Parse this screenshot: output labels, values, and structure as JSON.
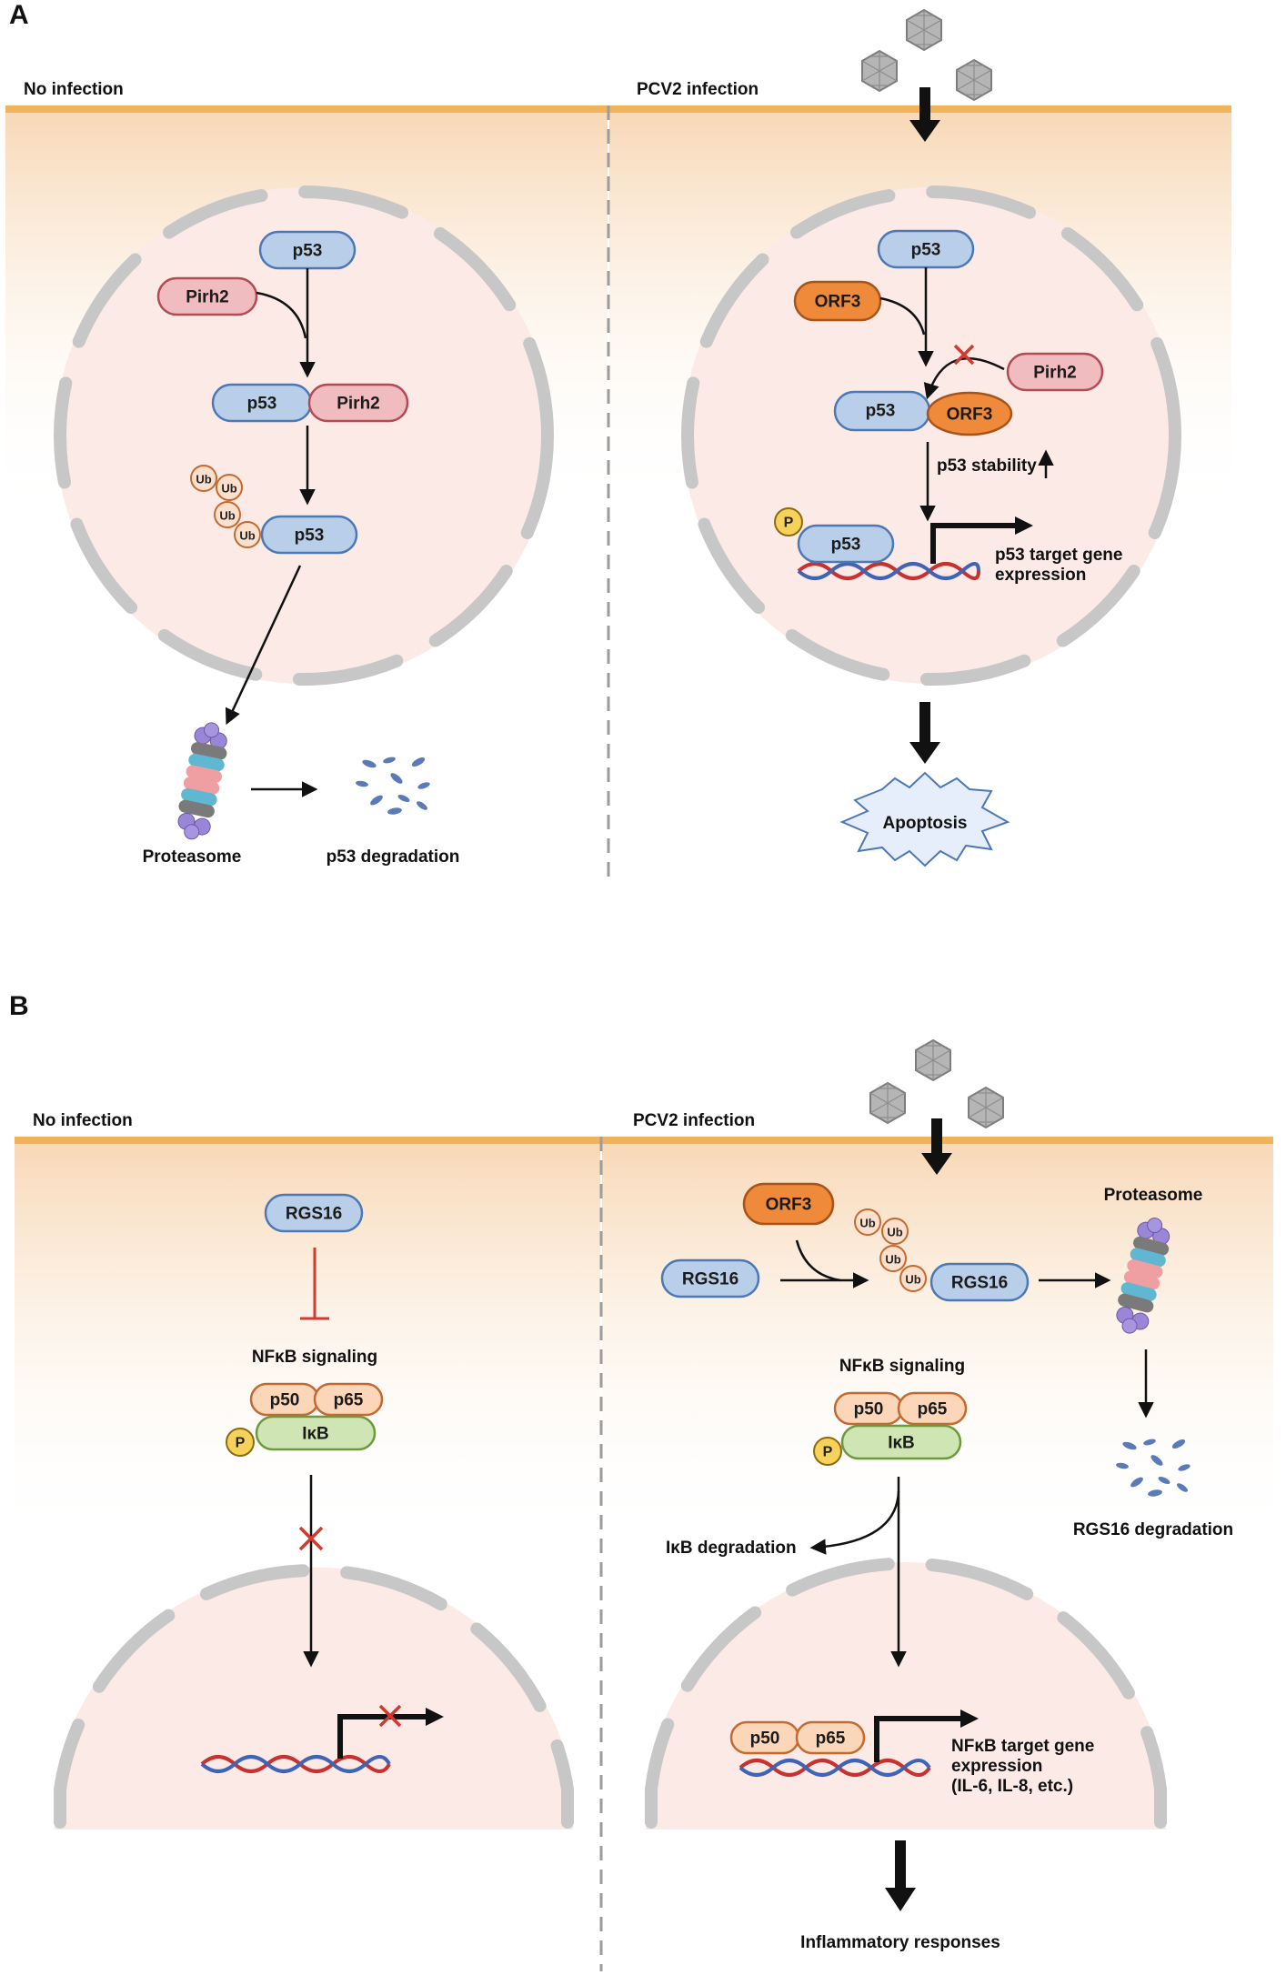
{
  "colors": {
    "membrane": "#f0b35a",
    "cytoplasm_top": "#f8d8b6",
    "nucleus_fill": "#fbeae6",
    "envelope": "#c7c7c7",
    "p53_fill": "#b9cfe9",
    "p53_stroke": "#4c78b5",
    "pirh2_fill": "#f0bcbf",
    "pirh2_stroke": "#b34a55",
    "orf3_fill": "#ee8a3a",
    "orf3_stroke": "#a8531a",
    "ub_fill": "#fbe0cd",
    "ub_stroke": "#c46a30",
    "p_fill": "#f6d25a",
    "p_stroke": "#8a6b10",
    "ikb_fill": "#cfe5b4",
    "ikb_stroke": "#6a9a3c",
    "p50_fill": "#fbd6b8",
    "p50_stroke": "#c46a30",
    "inhibit": "#d23a2e",
    "dna_red": "#c8312f",
    "dna_blue": "#3f63b5"
  },
  "panel_a": {
    "letter": "A",
    "left": {
      "title": "No infection",
      "p53_top": "p53",
      "pirh2": "Pirh2",
      "complex_p53": "p53",
      "complex_pirh2": "Pirh2",
      "ub": [
        "Ub",
        "Ub",
        "Ub",
        "Ub"
      ],
      "p53_ub": "p53",
      "proteasome": "Proteasome",
      "degradation": "p53 degradation"
    },
    "right": {
      "title": "PCV2 infection",
      "p53_top": "p53",
      "orf3": "ORF3",
      "pirh2": "Pirh2",
      "complex_p53": "p53",
      "complex_orf3": "ORF3",
      "stability": "p53 stability",
      "phospho": "P",
      "p53_dna": "p53",
      "target_line1": "p53 target gene",
      "target_line2": "expression",
      "apoptosis": "Apoptosis"
    }
  },
  "panel_b": {
    "letter": "B",
    "left": {
      "title": "No infection",
      "rgs16": "RGS16",
      "nfkb": "NFκB signaling",
      "p50": "p50",
      "p65": "p65",
      "ikb": "IκB",
      "phospho": "P"
    },
    "right": {
      "title": "PCV2 infection",
      "orf3": "ORF3",
      "rgs16": "RGS16",
      "ub": [
        "Ub",
        "Ub",
        "Ub",
        "Ub"
      ],
      "rgs16_ub": "RGS16",
      "proteasome": "Proteasome",
      "rgs16_degradation": "RGS16 degradation",
      "nfkb": "NFκB signaling",
      "p50": "p50",
      "p65": "p65",
      "ikb": "IκB",
      "phospho": "P",
      "ikb_degradation": "IκB degradation",
      "nuc_p50": "p50",
      "nuc_p65": "p65",
      "target_line1": "NFκB target gene",
      "target_line2": "expression",
      "target_line3": "(IL-6, IL-8, etc.)",
      "inflammatory": "Inflammatory responses"
    }
  }
}
